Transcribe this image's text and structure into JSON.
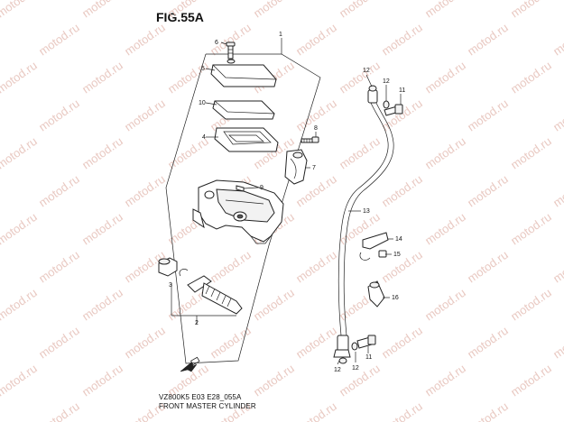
{
  "figure": {
    "title": "FIG.55A",
    "code": "VZ800K5 E03 E28_055A",
    "name": "FRONT MASTER CYLINDER"
  },
  "watermark": "motod.ru",
  "callouts": [
    "1",
    "2",
    "3",
    "4",
    "5",
    "6",
    "7",
    "8",
    "9",
    "10",
    "11",
    "11",
    "12",
    "12",
    "12",
    "12",
    "13",
    "14",
    "15",
    "16"
  ],
  "arrow_icon": "front-direction-arrow-icon"
}
